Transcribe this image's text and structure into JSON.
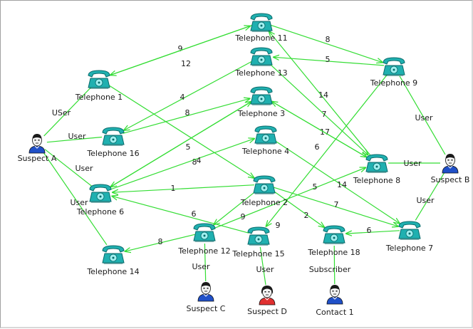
{
  "colors": {
    "edge": "#33dd33",
    "phone": "#20b0b0",
    "phone_dark": "#0a6a6a",
    "suspect_shirt": "#2050c8",
    "female_shirt": "#e03030",
    "hair": "#1a1a1a",
    "skin": "#f2f2f2"
  },
  "nodes": {
    "t11": {
      "label": "Telephone 11",
      "kind": "phone"
    },
    "t13": {
      "label": "Telephone 13",
      "kind": "phone"
    },
    "t9": {
      "label": "Telephone 9",
      "kind": "phone"
    },
    "t1": {
      "label": "Telephone 1",
      "kind": "phone"
    },
    "t3": {
      "label": "Telephone 3",
      "kind": "phone"
    },
    "t4": {
      "label": "Telephone 4",
      "kind": "phone"
    },
    "t16": {
      "label": "Telephone 16",
      "kind": "phone"
    },
    "t8": {
      "label": "Telephone 8",
      "kind": "phone"
    },
    "t6": {
      "label": "Telephone 6",
      "kind": "phone"
    },
    "t2": {
      "label": "Telephone 2",
      "kind": "phone"
    },
    "t12": {
      "label": "Telephone 12",
      "kind": "phone"
    },
    "t15": {
      "label": "Telephone 15",
      "kind": "phone"
    },
    "t18": {
      "label": "Telephone 18",
      "kind": "phone"
    },
    "t7": {
      "label": "Telephone 7",
      "kind": "phone"
    },
    "t14": {
      "label": "Telephone 14",
      "kind": "phone"
    },
    "sa": {
      "label": "Suspect A",
      "kind": "person"
    },
    "sb": {
      "label": "Suspect B",
      "kind": "person"
    },
    "sc": {
      "label": "Suspect C",
      "kind": "person"
    },
    "sd": {
      "label": "Suspect D",
      "kind": "person-female"
    },
    "c1": {
      "label": "Contact 1",
      "kind": "person"
    }
  },
  "edges": [
    {
      "from": "t1",
      "to": "t11",
      "label": "9"
    },
    {
      "from": "t11",
      "to": "t1",
      "label": "12"
    },
    {
      "from": "t11",
      "to": "t9",
      "label": "8"
    },
    {
      "from": "t9",
      "to": "t13",
      "label": "5"
    },
    {
      "from": "t13",
      "to": "t16",
      "label": "4"
    },
    {
      "from": "t16",
      "to": "t3",
      "label": "8"
    },
    {
      "from": "t8",
      "to": "t11",
      "label": "14"
    },
    {
      "from": "t8",
      "to": "t3",
      "label": "17"
    },
    {
      "from": "t13",
      "to": "t8",
      "label": "7"
    },
    {
      "from": "t3",
      "to": "t8",
      "label": "6"
    },
    {
      "from": "t6",
      "to": "t3",
      "label": "5"
    },
    {
      "from": "t3",
      "to": "t6",
      "label": "8"
    },
    {
      "from": "t6",
      "to": "t4",
      "label": "4"
    },
    {
      "from": "t2",
      "to": "t6",
      "label": "1"
    },
    {
      "from": "t1",
      "to": "t2",
      "label": ""
    },
    {
      "from": "t15",
      "to": "t6",
      "label": "6"
    },
    {
      "from": "t2",
      "to": "t7",
      "label": "7"
    },
    {
      "from": "t2",
      "to": "t18",
      "label": "2"
    },
    {
      "from": "t4",
      "to": "t7",
      "label": "14"
    },
    {
      "from": "t12",
      "to": "t8",
      "label": "5"
    },
    {
      "from": "t2",
      "to": "t12",
      "label": "9"
    },
    {
      "from": "t9",
      "to": "t15",
      "label": "9"
    },
    {
      "from": "t7",
      "to": "t18",
      "label": "6"
    },
    {
      "from": "t12",
      "to": "t14",
      "label": "8"
    },
    {
      "from": "sa",
      "to": "t1",
      "label": "USer"
    },
    {
      "from": "sa",
      "to": "t16",
      "label": "User"
    },
    {
      "from": "sa",
      "to": "t6",
      "label": "User"
    },
    {
      "from": "sa",
      "to": "t14",
      "label": "User"
    },
    {
      "from": "sb",
      "to": "t9",
      "label": "User"
    },
    {
      "from": "sb",
      "to": "t8",
      "label": "User"
    },
    {
      "from": "sb",
      "to": "t7",
      "label": "User"
    },
    {
      "from": "sc",
      "to": "t12",
      "label": "User"
    },
    {
      "from": "sd",
      "to": "t15",
      "label": "User"
    },
    {
      "from": "c1",
      "to": "t18",
      "label": "Subscriber"
    }
  ]
}
